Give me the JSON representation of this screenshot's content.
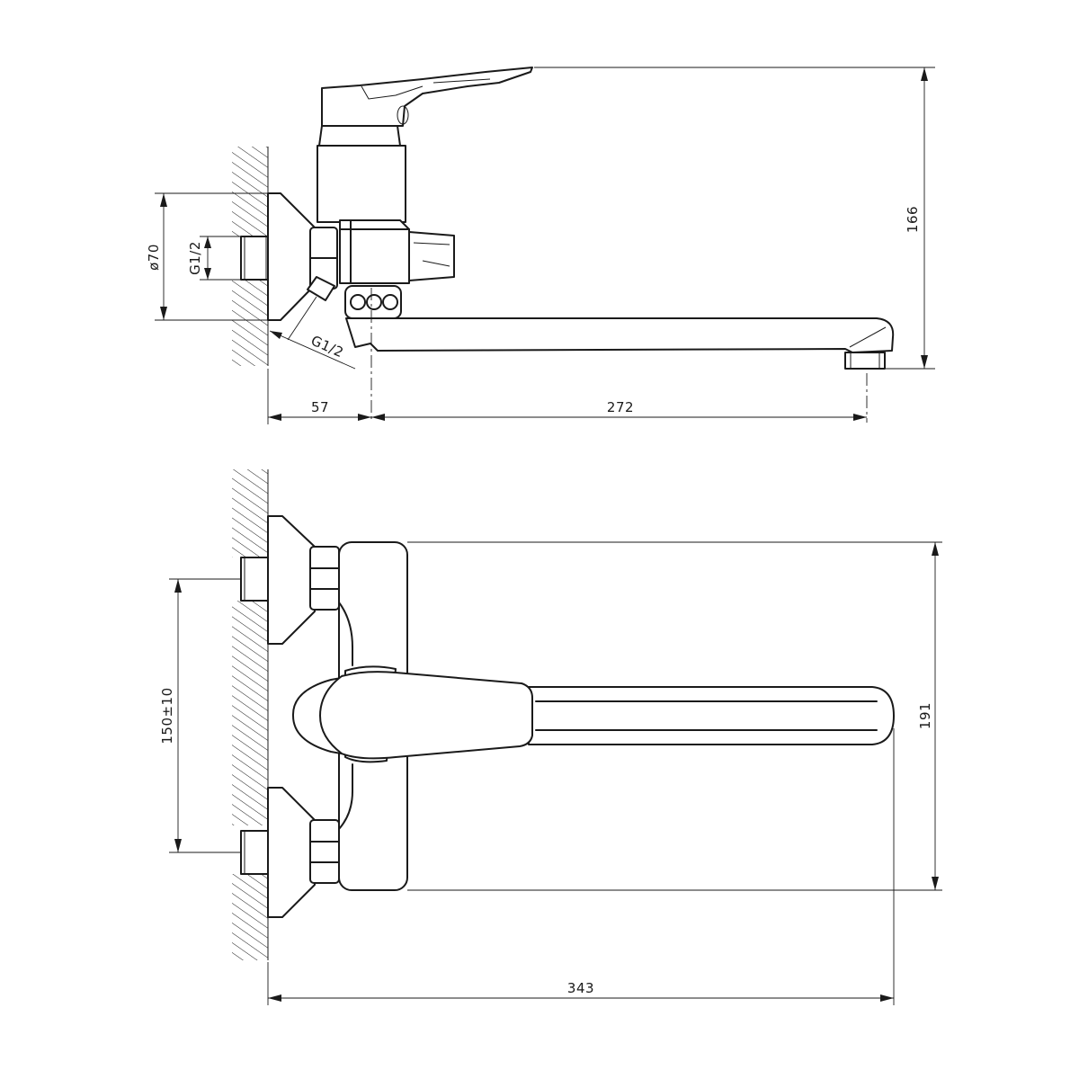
{
  "side_view": {
    "dim_height": "166",
    "dim_wall_offset": "57",
    "dim_spout_reach": "272",
    "dim_flange_dia": "ø70",
    "dim_thread": "G1/2",
    "dim_thread_angled": "G1/2"
  },
  "top_view": {
    "dim_center_distance": "150±10",
    "dim_width": "191",
    "dim_total_length": "343"
  }
}
